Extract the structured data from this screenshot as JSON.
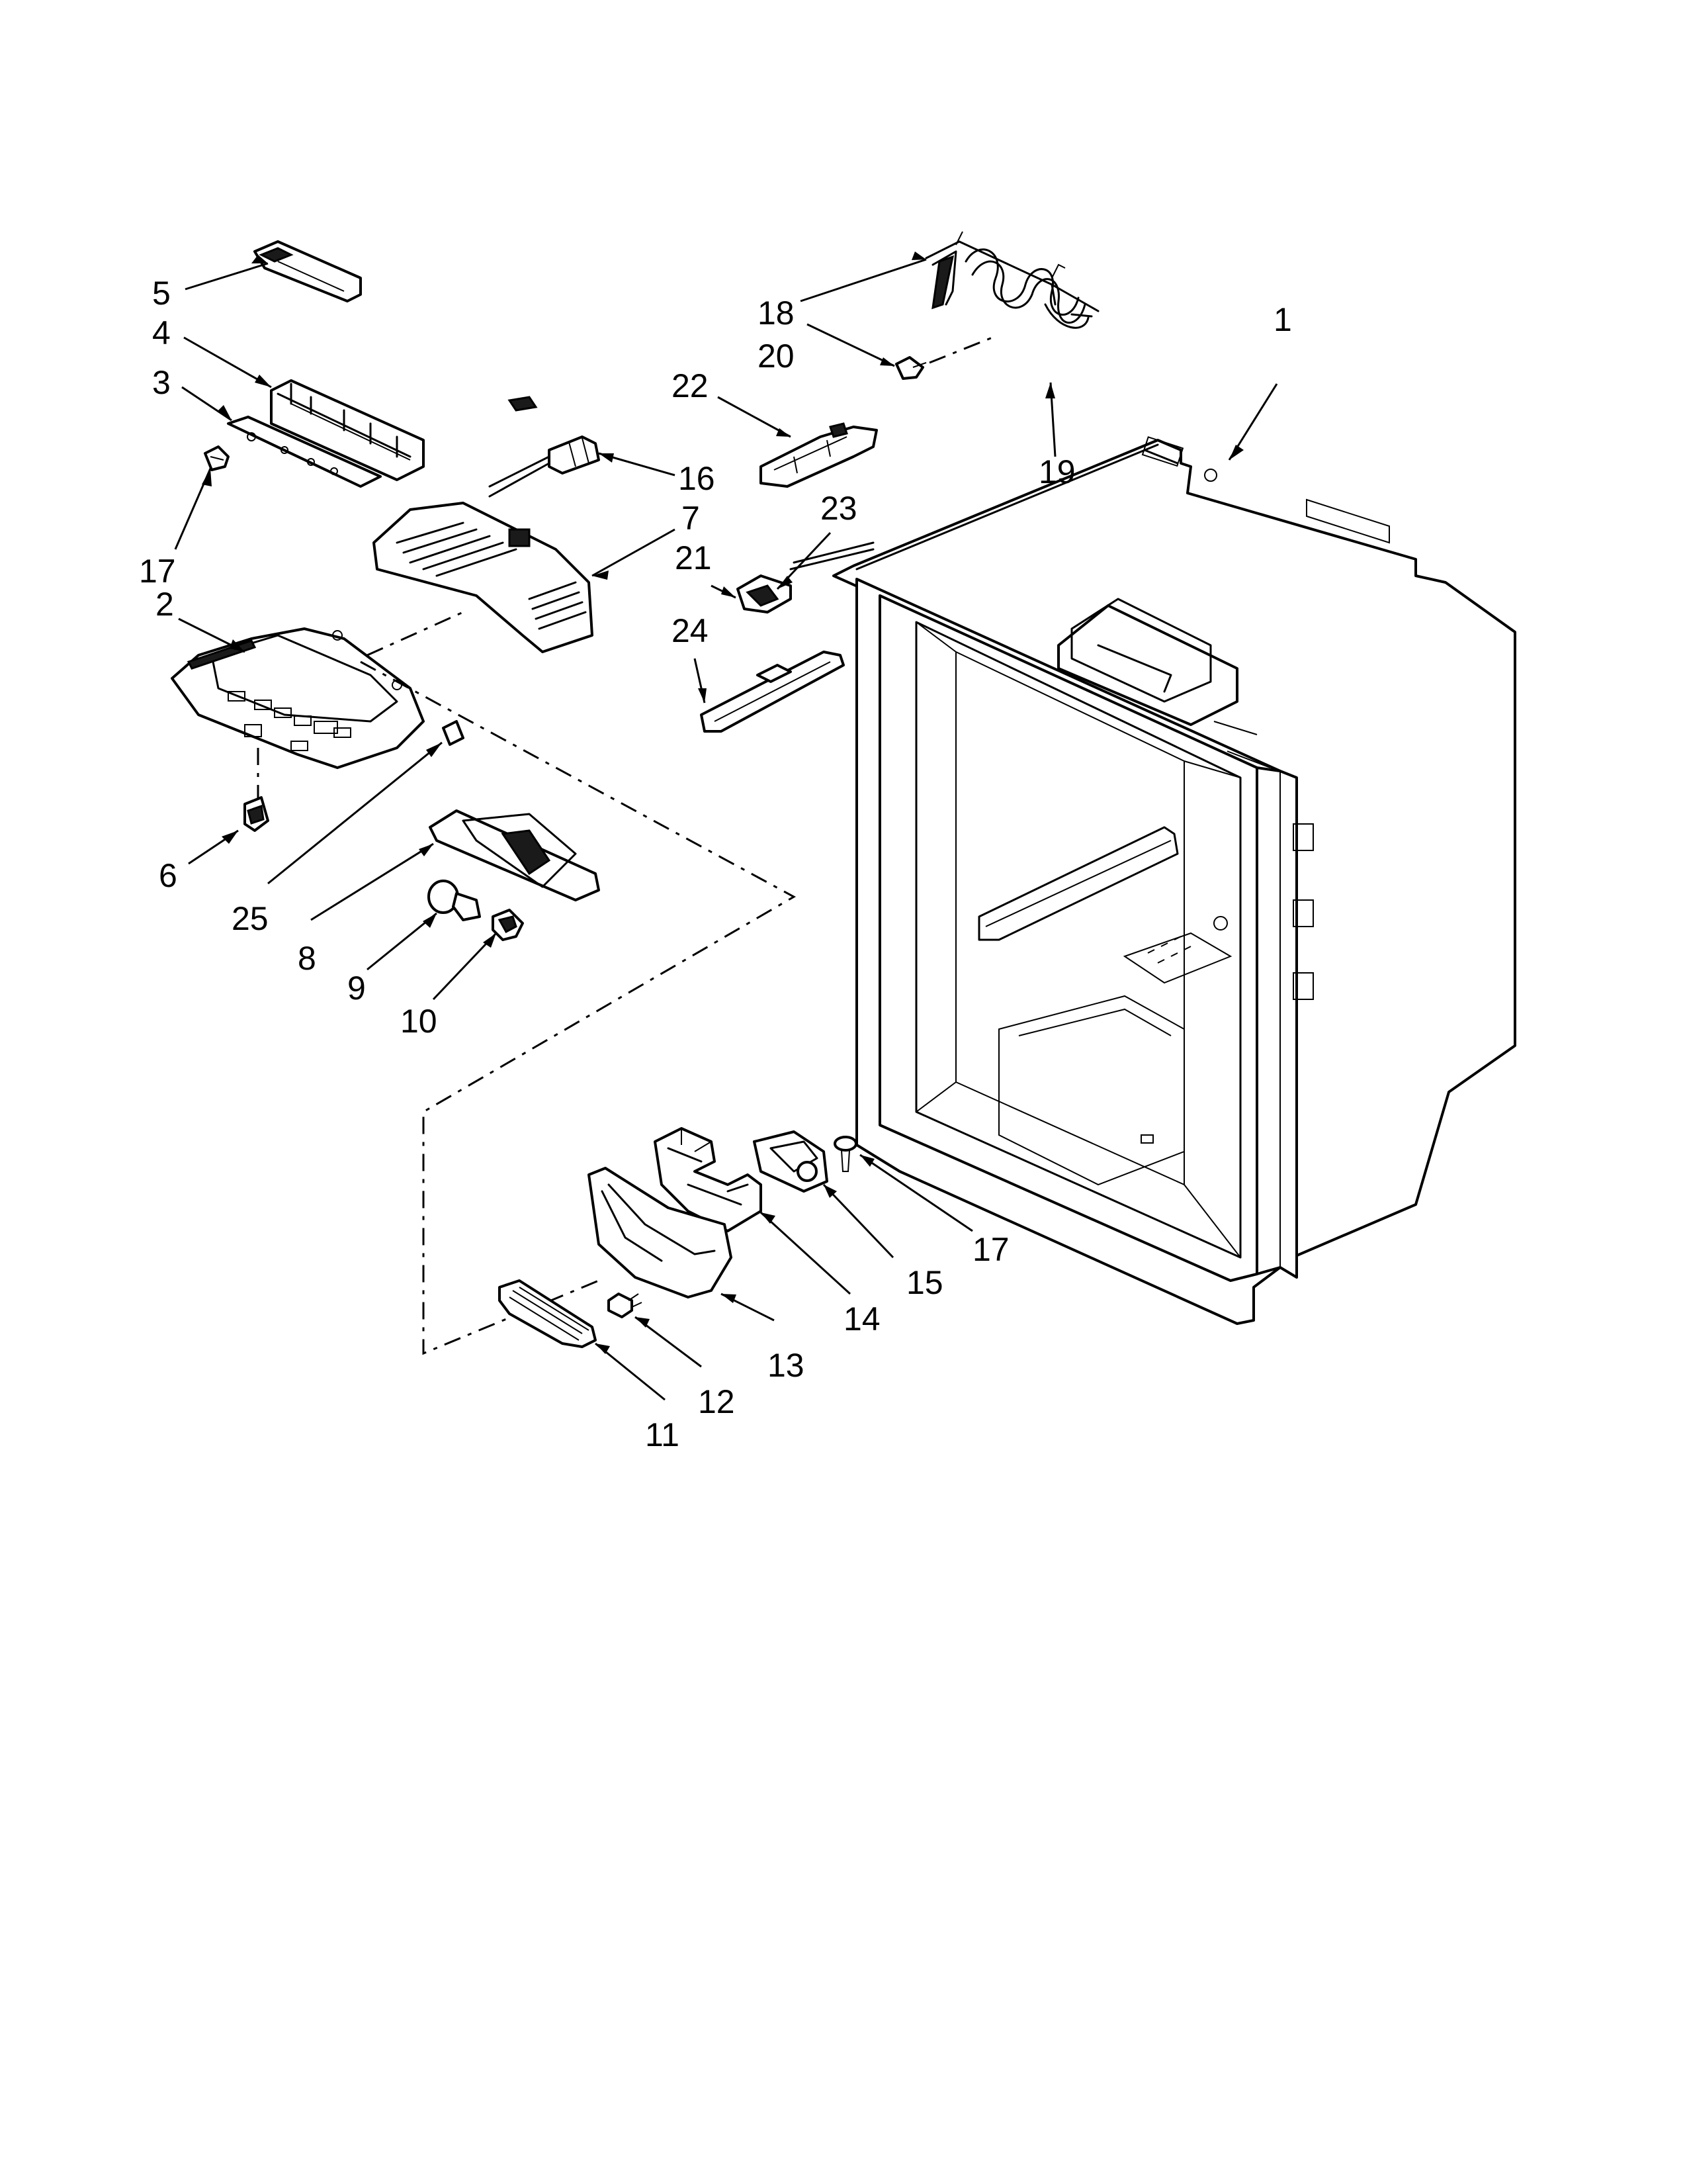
{
  "callouts": [
    {
      "id": "c5",
      "text": "5"
    },
    {
      "id": "c4",
      "text": "4"
    },
    {
      "id": "c3",
      "text": "3"
    },
    {
      "id": "c17a",
      "text": "17"
    },
    {
      "id": "c2",
      "text": "2"
    },
    {
      "id": "c6",
      "text": "6"
    },
    {
      "id": "c25",
      "text": "25"
    },
    {
      "id": "c8",
      "text": "8"
    },
    {
      "id": "c9",
      "text": "9"
    },
    {
      "id": "c10",
      "text": "10"
    },
    {
      "id": "c16",
      "text": "16"
    },
    {
      "id": "c7",
      "text": "7"
    },
    {
      "id": "c18",
      "text": "18"
    },
    {
      "id": "c20",
      "text": "20"
    },
    {
      "id": "c22",
      "text": "22"
    },
    {
      "id": "c19",
      "text": "19"
    },
    {
      "id": "c1",
      "text": "1"
    },
    {
      "id": "c23",
      "text": "23"
    },
    {
      "id": "c21",
      "text": "21"
    },
    {
      "id": "c24",
      "text": "24"
    },
    {
      "id": "c17b",
      "text": "17"
    },
    {
      "id": "c15",
      "text": "15"
    },
    {
      "id": "c14",
      "text": "14"
    },
    {
      "id": "c13",
      "text": "13"
    },
    {
      "id": "c12",
      "text": "12"
    },
    {
      "id": "c11",
      "text": "11"
    }
  ]
}
